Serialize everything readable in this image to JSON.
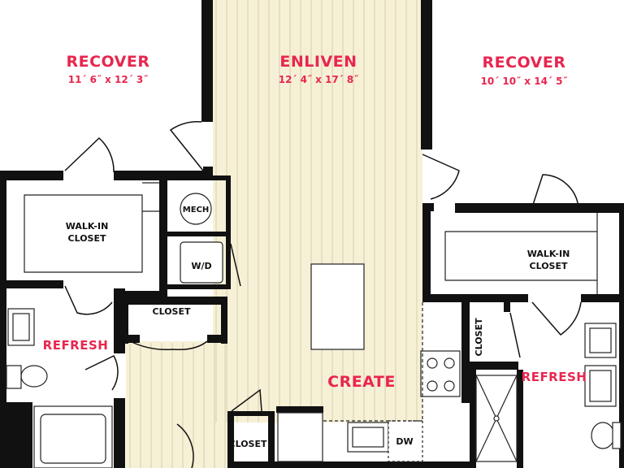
{
  "colors": {
    "wall": "#111111",
    "floor_wood": "#f6f0d6",
    "floor_line": "#d6cfae",
    "label_red": "#e8264f",
    "fixture_line": "#222222",
    "background": "#ffffff"
  },
  "rooms": {
    "recover_left": {
      "name": "RECOVER",
      "dims": "11´ 6˝ x 12´ 3˝"
    },
    "enliven": {
      "name": "ENLIVEN",
      "dims": "12´ 4˝ x 17´ 8˝"
    },
    "recover_right": {
      "name": "RECOVER",
      "dims": "10´ 10˝ x 14´ 5˝"
    },
    "walkin_left": {
      "line1": "WALK-IN",
      "line2": "CLOSET"
    },
    "walkin_right": {
      "line1": "WALK-IN",
      "line2": "CLOSET"
    },
    "refresh_left": {
      "name": "REFRESH"
    },
    "refresh_right": {
      "name": "REFRESH"
    },
    "create": {
      "name": "CREATE"
    },
    "mech": {
      "name": "MECH"
    },
    "wd": {
      "name": "W/D"
    },
    "closet_mid": {
      "name": "CLOSET"
    },
    "closet_right": {
      "name": "CLOSET"
    },
    "closet_bottom": {
      "name": "CLOSET"
    },
    "dw": {
      "name": "DW"
    }
  }
}
